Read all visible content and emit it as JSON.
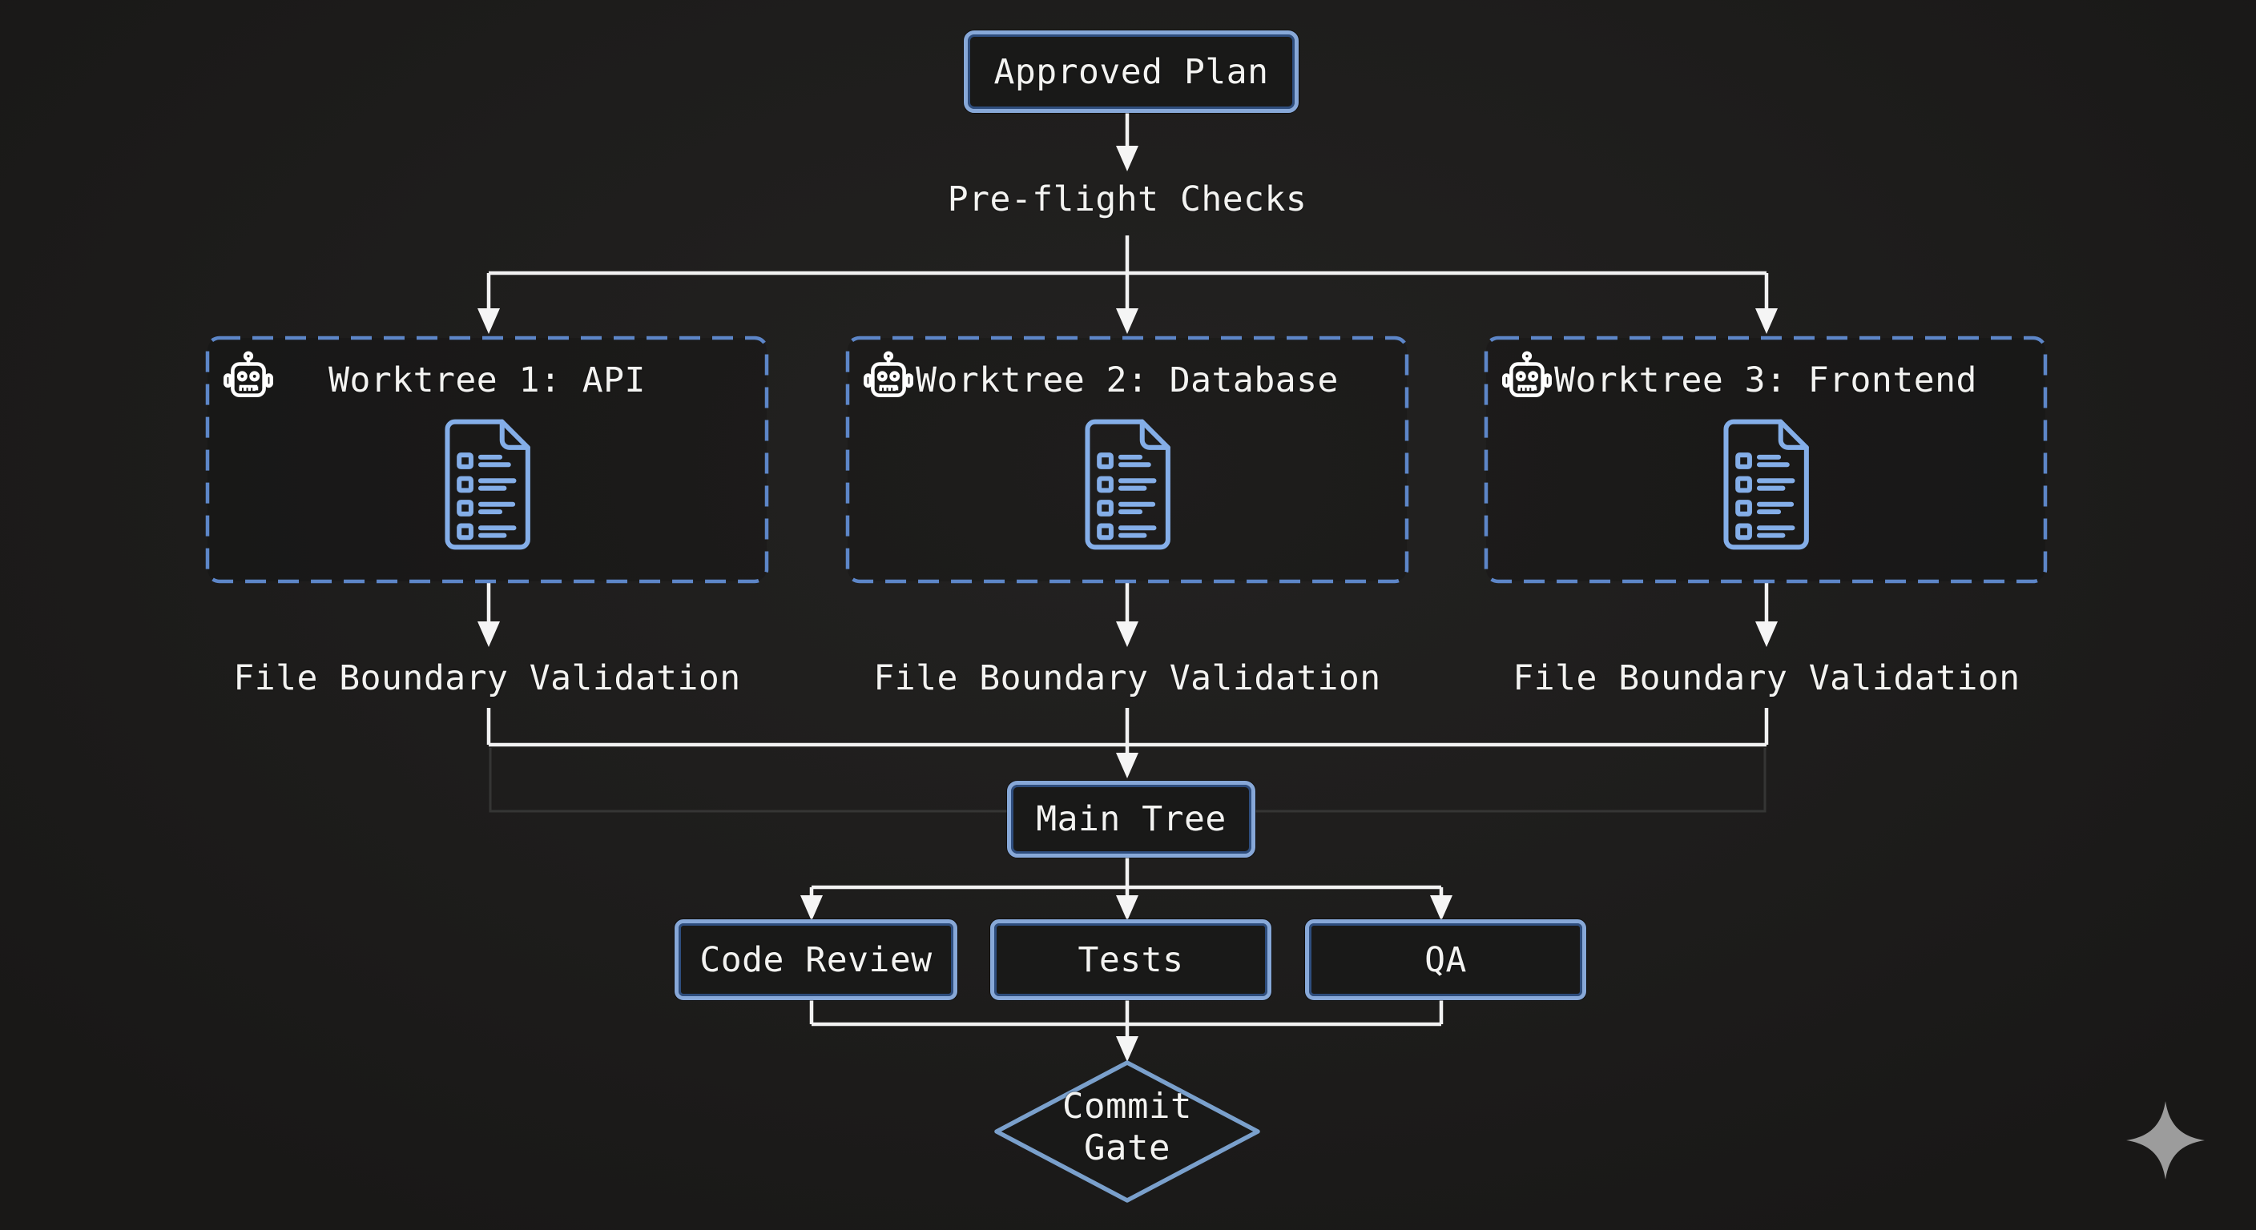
{
  "diagram": {
    "plan": {
      "label": "Approved Plan"
    },
    "preflight": {
      "label": "Pre-flight Checks"
    },
    "worktrees": [
      {
        "label": "Worktree 1: API"
      },
      {
        "label": "Worktree 2: Database"
      },
      {
        "label": "Worktree 3: Frontend"
      }
    ],
    "validations": [
      "File Boundary Validation",
      "File Boundary Validation",
      "File Boundary Validation"
    ],
    "main_tree": {
      "label": "Main Tree"
    },
    "checks": [
      {
        "label": "Code Review"
      },
      {
        "label": "Tests"
      },
      {
        "label": "QA"
      }
    ],
    "commit_gate": {
      "line1": "Commit",
      "line2": "Gate"
    },
    "icons": {
      "worktree_badge": "robot-icon",
      "worktree_content": "checklist-document-icon",
      "watermark": "sparkle-icon"
    },
    "colors": {
      "background": "#1e1d1c",
      "node_border_blue": "#87a8d8",
      "dashed_border_blue": "#5d86c8",
      "diamond_border_blue": "#7aa0cc",
      "document_icon_blue": "#84aee8",
      "connector_white": "#f2f2f2",
      "robot_white": "#ffffff",
      "sparkle_gray": "#9c9c9c",
      "text": "#f3f3f1"
    }
  }
}
